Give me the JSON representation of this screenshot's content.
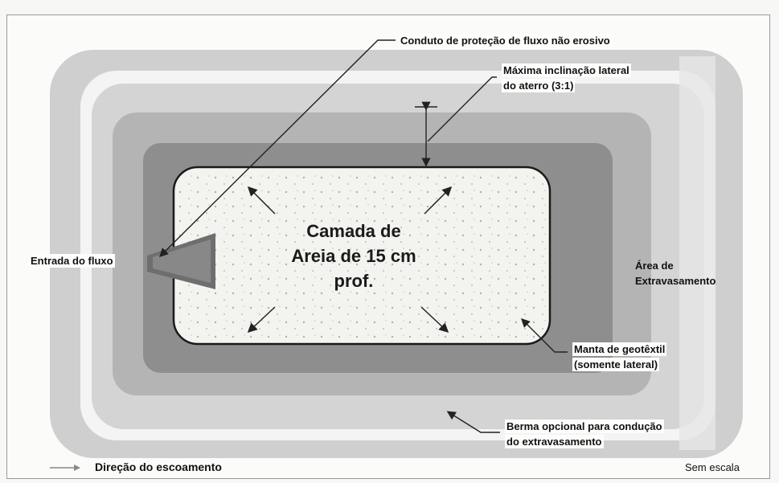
{
  "labels": {
    "conduto": "Conduto de proteção de fluxo não erosivo",
    "inclinacao_line1": "Máxima inclinação lateral",
    "inclinacao_line2": "do aterro (3:1)",
    "entrada": "Entrada do fluxo",
    "area_line1": "Área de",
    "area_line2": "Extravasamento",
    "manta_line1": "Manta de geotêxtil",
    "manta_line2": "(somente lateral)",
    "berma_line1": "Berma opcional para condução",
    "berma_line2": "do extravasamento"
  },
  "center": {
    "line1": "Camada de",
    "line2": "Areia de 15 cm",
    "line3": "prof."
  },
  "legend": {
    "direction": "Direção do escoamento",
    "scale": "Sem escala"
  },
  "colors": {
    "outer_ring": "#c9c9c9",
    "white_berm": "#f4f4f4",
    "mid_ring": "#b8b8b8",
    "dark_ring": "#8f8f8f",
    "sand": "#f2f2ee"
  }
}
